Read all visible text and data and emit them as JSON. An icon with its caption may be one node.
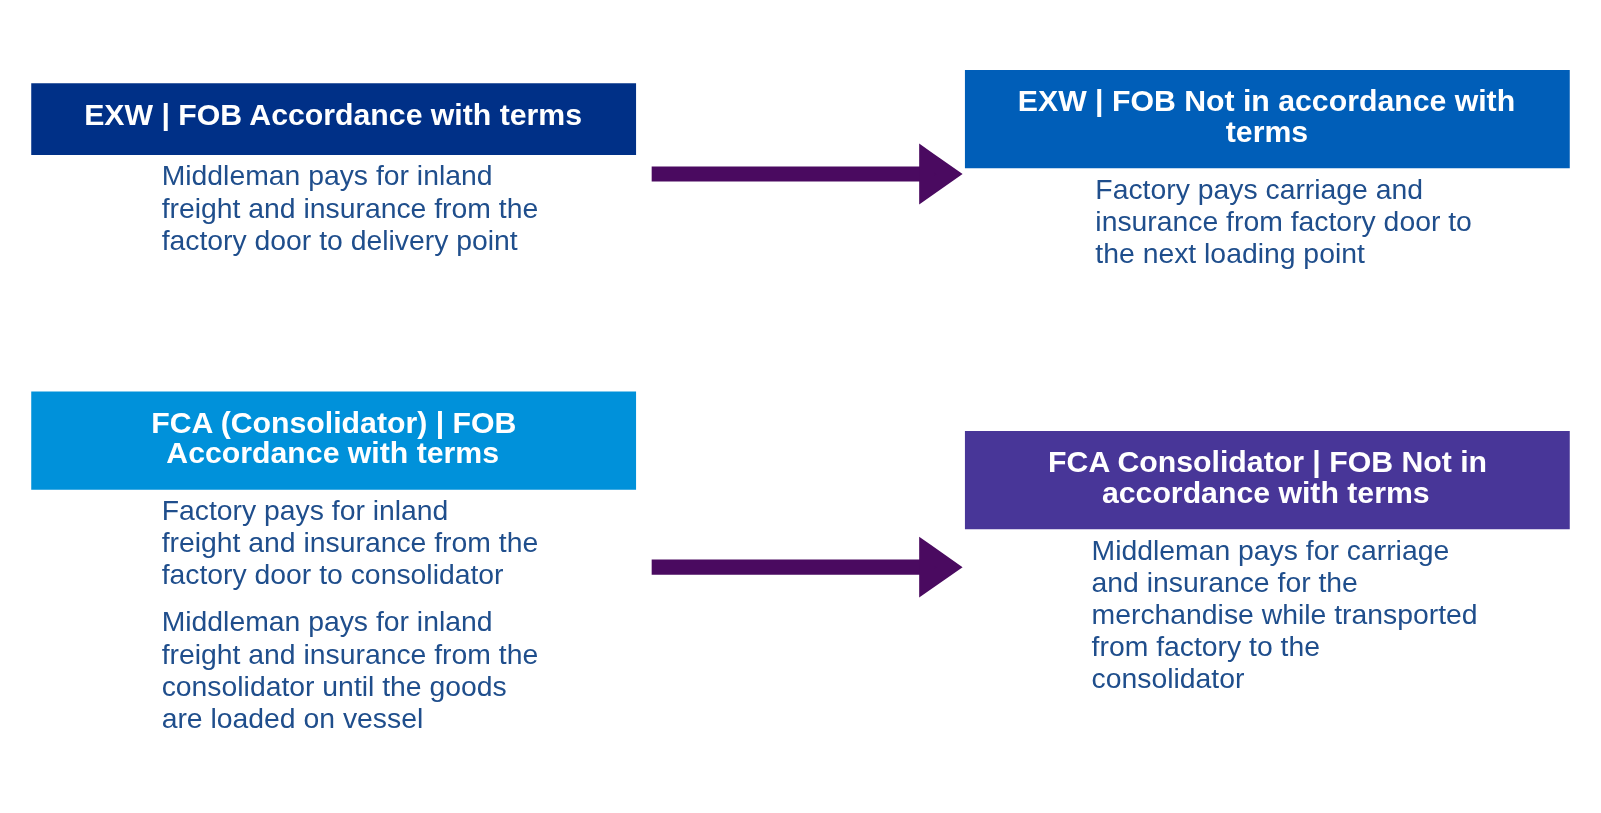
{
  "diagram": {
    "nodes": [
      {
        "text": [
          "EXW | FOB Accordance with terms",
          "Middleman pays for inland freight and insurance from the factory door to delivery point"
        ]
      },
      {
        "text": [
          "EXW | FOB Not in accordance with terms",
          "Factory pays carriage and insurance from factory door to the next loading point"
        ]
      },
      {
        "text": [
          "FCA (Consolidator) | FOB Accordance with terms",
          "Factory pays for inland freight and insurance from the factory door to consolidator",
          "Middleman pays for inland freight and insurance from the consolidator until the goods are loaded on vessel"
        ]
      },
      {
        "text": [
          "FCA Consolidator | FOB Not in accordance with terms",
          "Middleman pays for carriage and insurance for the merchandise while transported from factory to the consolidator"
        ]
      }
    ],
    "edges": [
      {
        "from": 0,
        "to": 1,
        "arrow": "to"
      },
      {
        "from": 2,
        "to": 3,
        "arrow": "to"
      }
    ]
  }
}
